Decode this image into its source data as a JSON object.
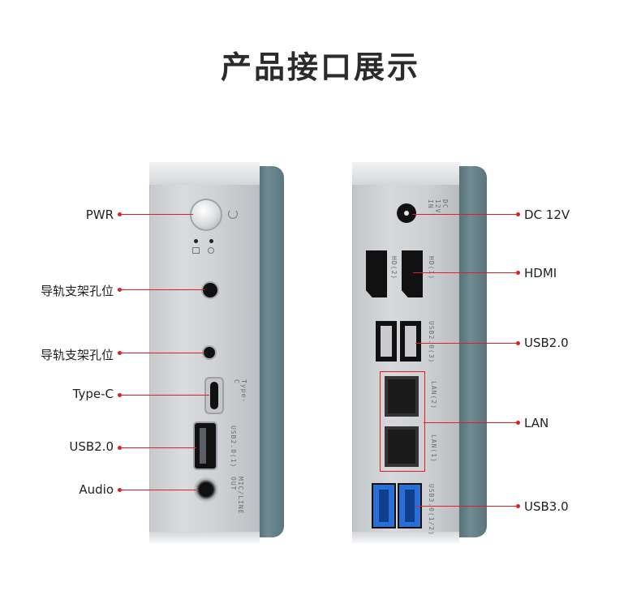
{
  "title": "产品接口展示",
  "left_labels": [
    "PWR",
    "导轨支架孔位",
    "导轨支架孔位",
    "Type-C",
    "USB2.0",
    "Audio"
  ],
  "right_labels": [
    "DC 12V",
    "HDMI",
    "USB2.0",
    "LAN",
    "USB3.0"
  ],
  "device_print_left": {
    "typec": "Type-C",
    "usb": "USB2.0(1)",
    "audio": "MIC/LINE OUT"
  },
  "device_print_right": {
    "dc": "DC 12V IN",
    "hdmi2": "HD(2)",
    "hdmi1": "HD(1)",
    "usb2": "USB2.0(3)",
    "lan2": "LAN(2)",
    "lan1": "LAN(1)",
    "usb3": "USB3.0(1/2)"
  },
  "colors": {
    "accent_line": "#e11f1f",
    "band": "#5f7a81",
    "usb3_blue": "#2a6fd6"
  }
}
